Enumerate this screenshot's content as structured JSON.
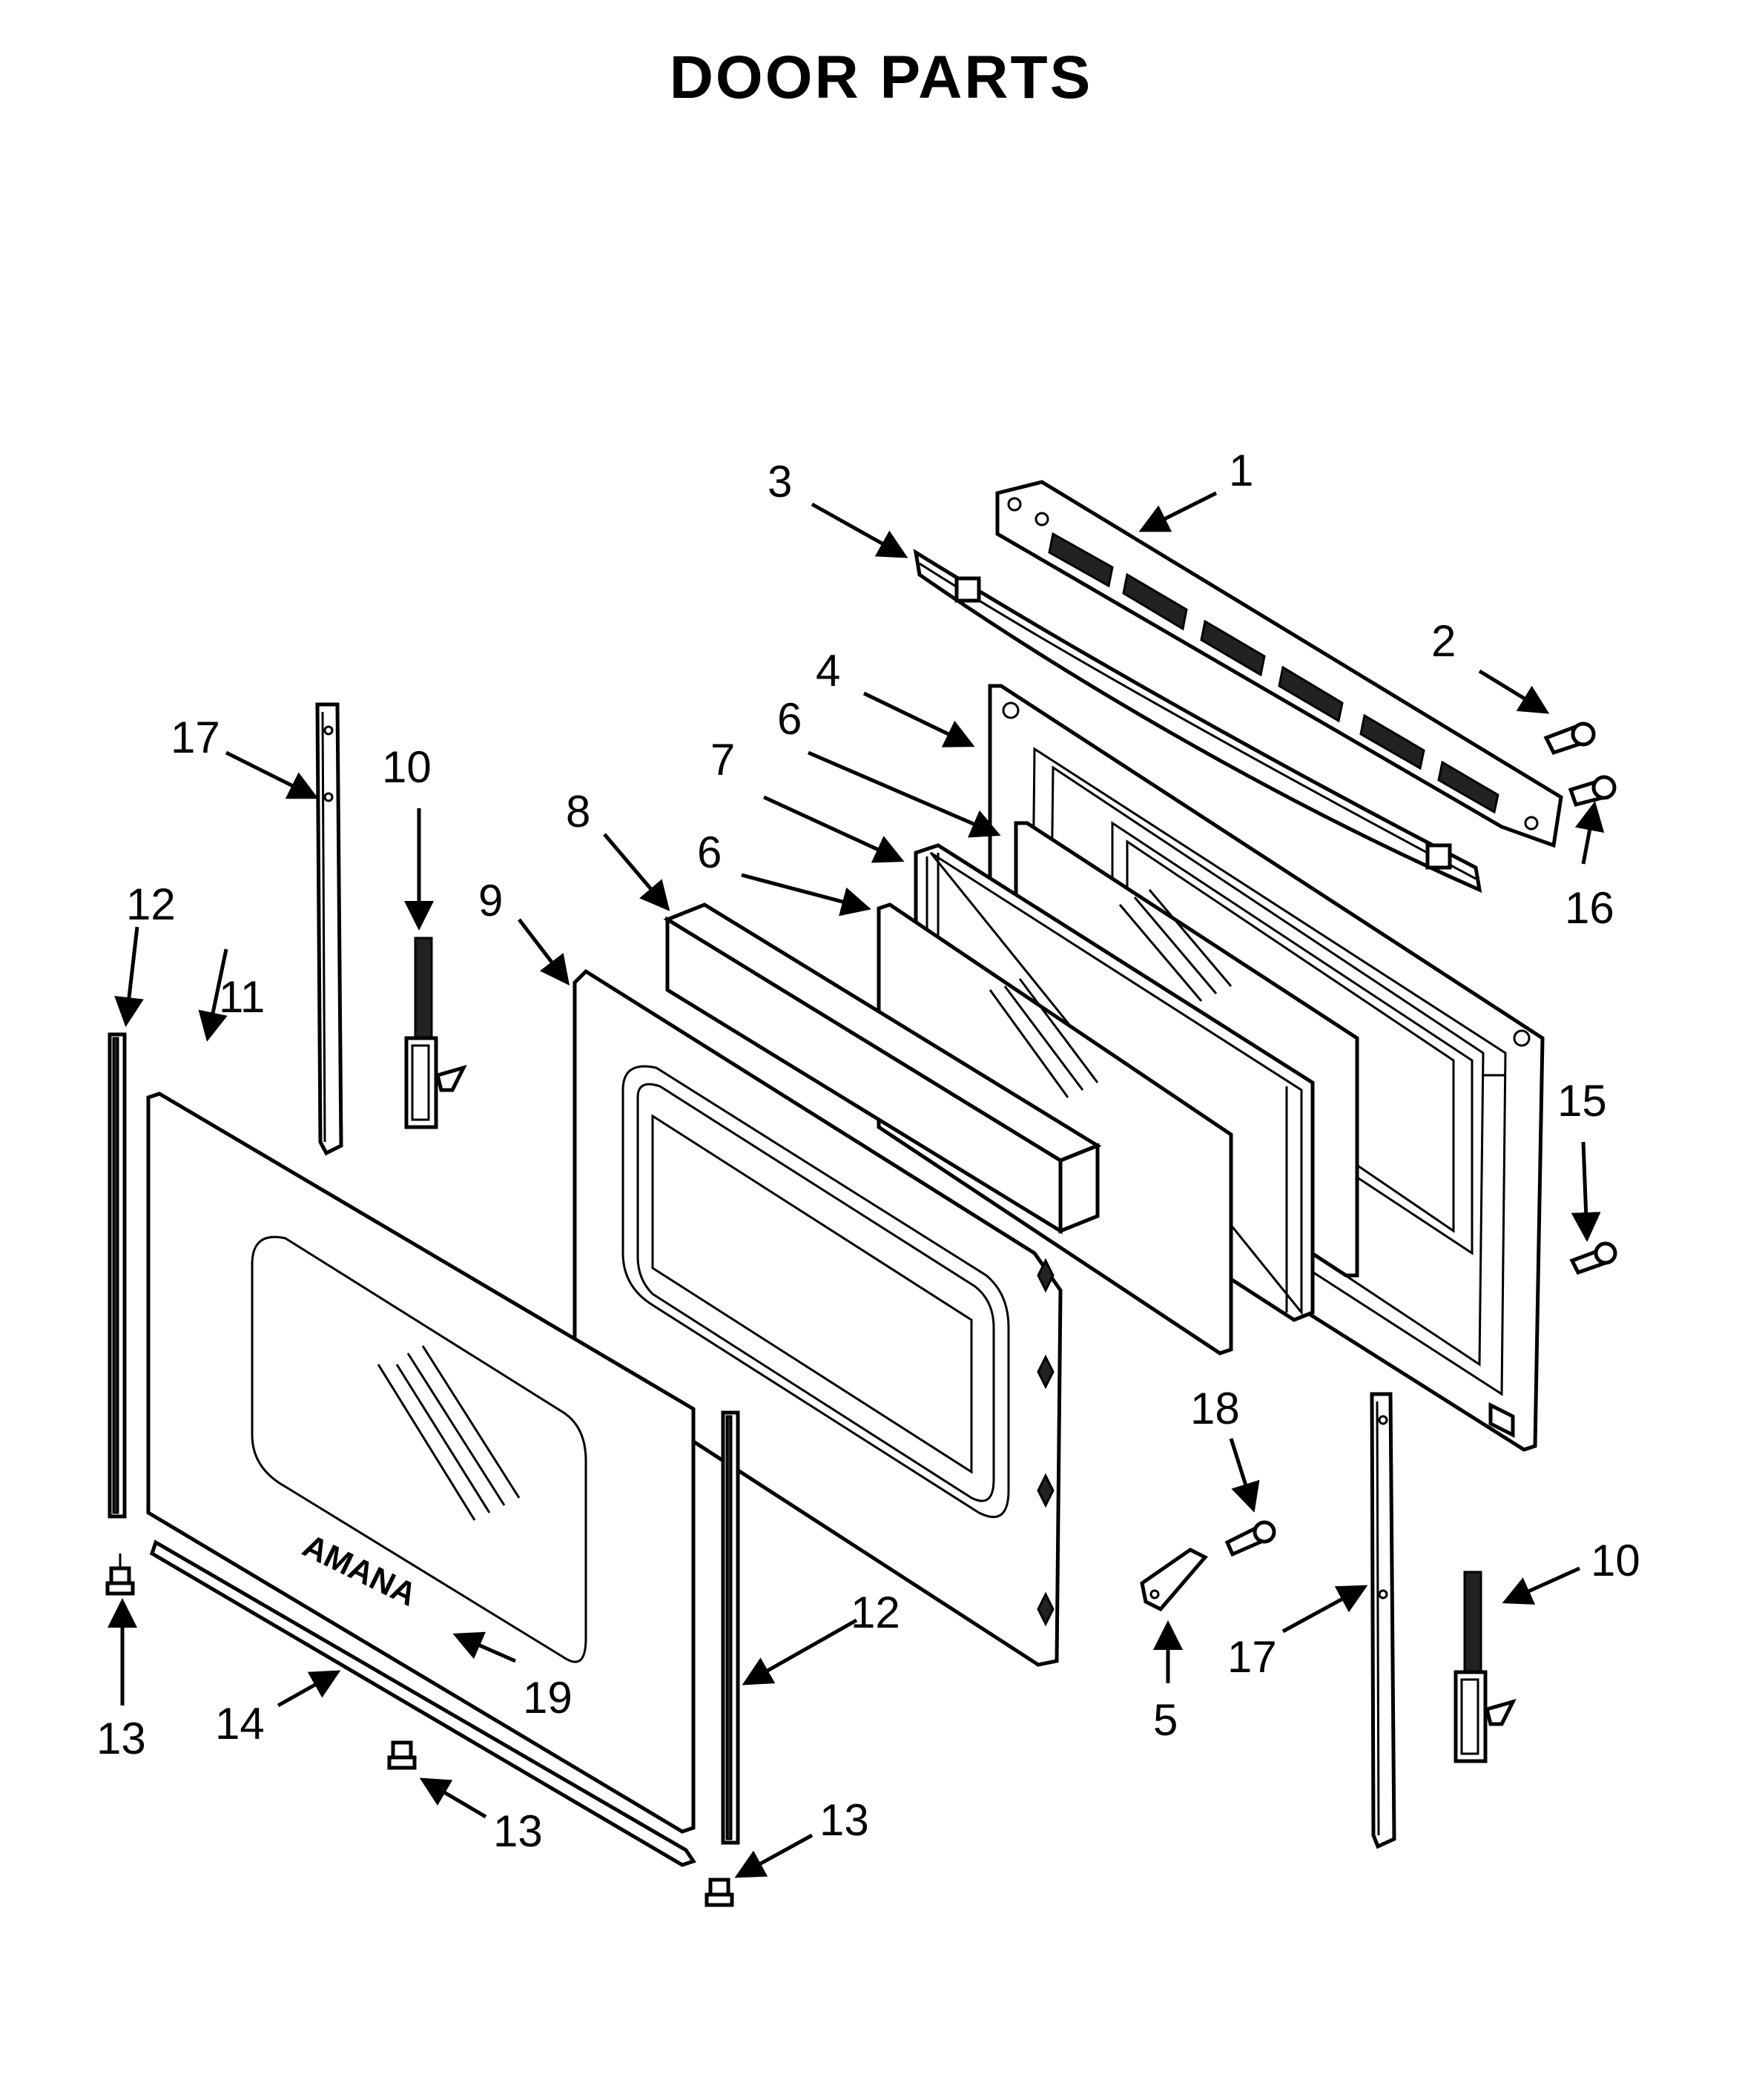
{
  "title": "DOOR PARTS",
  "diagram": {
    "brand_logo_text": "AMANA",
    "callouts": [
      {
        "id": "callout-1",
        "text": "1"
      },
      {
        "id": "callout-2",
        "text": "2"
      },
      {
        "id": "callout-3",
        "text": "3"
      },
      {
        "id": "callout-4",
        "text": "4"
      },
      {
        "id": "callout-5",
        "text": "5"
      },
      {
        "id": "callout-6a",
        "text": "6"
      },
      {
        "id": "callout-6b",
        "text": "6"
      },
      {
        "id": "callout-7",
        "text": "7"
      },
      {
        "id": "callout-8",
        "text": "8"
      },
      {
        "id": "callout-9",
        "text": "9"
      },
      {
        "id": "callout-10a",
        "text": "10"
      },
      {
        "id": "callout-10b",
        "text": "10"
      },
      {
        "id": "callout-11",
        "text": "11"
      },
      {
        "id": "callout-12a",
        "text": "12"
      },
      {
        "id": "callout-12b",
        "text": "12"
      },
      {
        "id": "callout-13a",
        "text": "13"
      },
      {
        "id": "callout-13b",
        "text": "13"
      },
      {
        "id": "callout-13c",
        "text": "13"
      },
      {
        "id": "callout-14",
        "text": "14"
      },
      {
        "id": "callout-15",
        "text": "15"
      },
      {
        "id": "callout-16",
        "text": "16"
      },
      {
        "id": "callout-17a",
        "text": "17"
      },
      {
        "id": "callout-17b",
        "text": "17"
      },
      {
        "id": "callout-18",
        "text": "18"
      },
      {
        "id": "callout-19",
        "text": "19"
      }
    ]
  }
}
